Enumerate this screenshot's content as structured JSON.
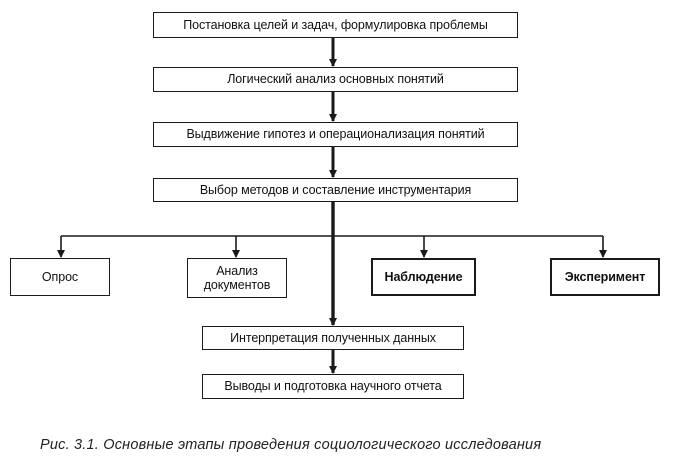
{
  "diagram": {
    "steps": [
      "Постановка целей и задач, формулировка проблемы",
      "Логический анализ основных понятий",
      "Выдвижение гипотез и операционализация понятий",
      "Выбор методов и составление инструментария"
    ],
    "methods": [
      {
        "line1": "Опрос",
        "line2": ""
      },
      {
        "line1": "Анализ",
        "line2": "документов"
      },
      {
        "line1": "Наблюдение",
        "line2": ""
      },
      {
        "line1": "Эксперимент",
        "line2": ""
      }
    ],
    "final_steps": [
      "Интерпретация полученных данных",
      "Выводы и подготовка научного отчета"
    ]
  },
  "caption": "Рис. 3.1. Основные этапы проведения социологического исследования"
}
